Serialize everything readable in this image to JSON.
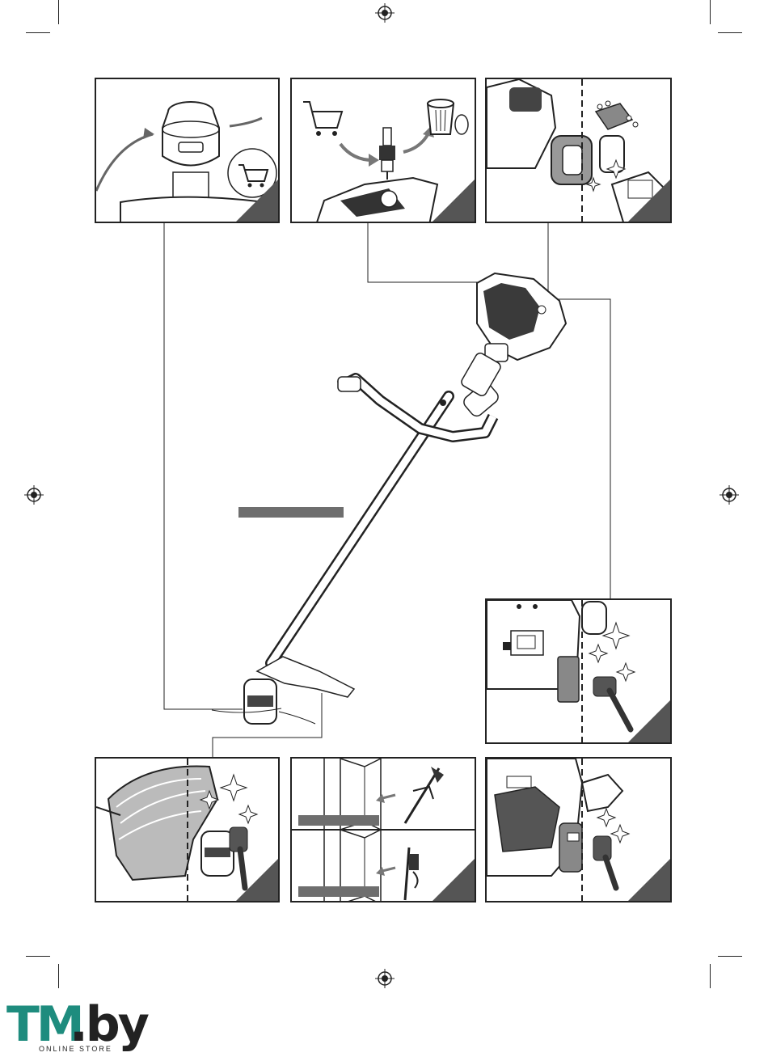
{
  "brand": {
    "logo_main": "TM",
    "logo_suffix": ".by",
    "logo_tagline": "ONLINE STORE",
    "logo_color": "#1e8c7e"
  },
  "panels": [
    {
      "id": "trimmer-head-replace",
      "icon": "cart-icon"
    },
    {
      "id": "spark-plug-replace",
      "icon": "spark-plug-icon"
    },
    {
      "id": "air-filter-clean",
      "icon": "sparkle-icon"
    },
    {
      "id": "engine-cover-clean",
      "icon": "brush-icon"
    },
    {
      "id": "guard-clean",
      "icon": "brush-icon"
    },
    {
      "id": "storage",
      "icon": "wall-icon"
    },
    {
      "id": "engine-side-clean",
      "icon": "brush-icon"
    }
  ],
  "colors": {
    "line": "#222222",
    "corner": "#555555",
    "label_bar": "#6e6e6e"
  }
}
